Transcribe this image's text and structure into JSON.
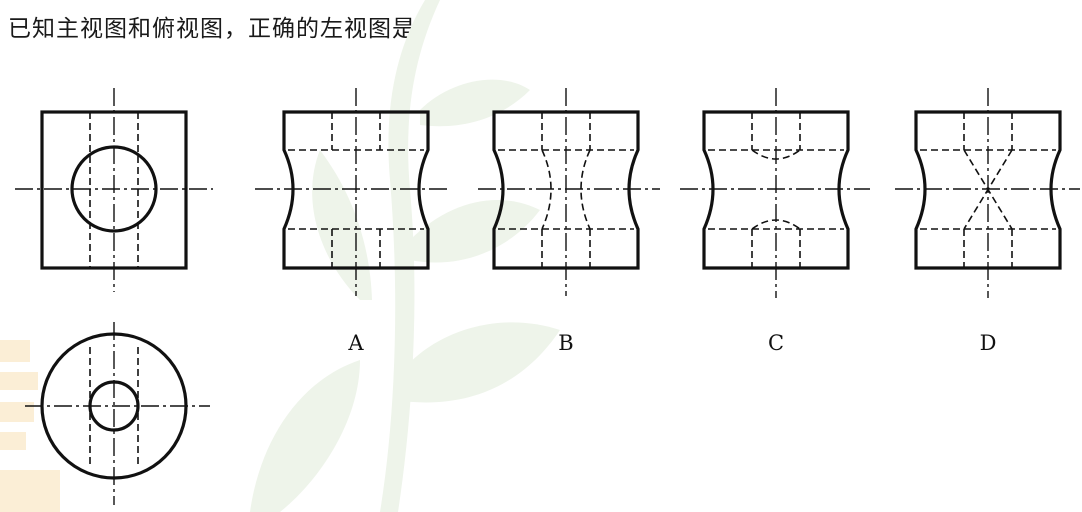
{
  "question": "已知主视图和俯视图，正确的左视图是",
  "options": [
    "A",
    "B",
    "C",
    "D"
  ],
  "colors": {
    "line": "#111111",
    "watermark_leaf": "#eef5ea",
    "watermark_text": "#fcefd8"
  }
}
